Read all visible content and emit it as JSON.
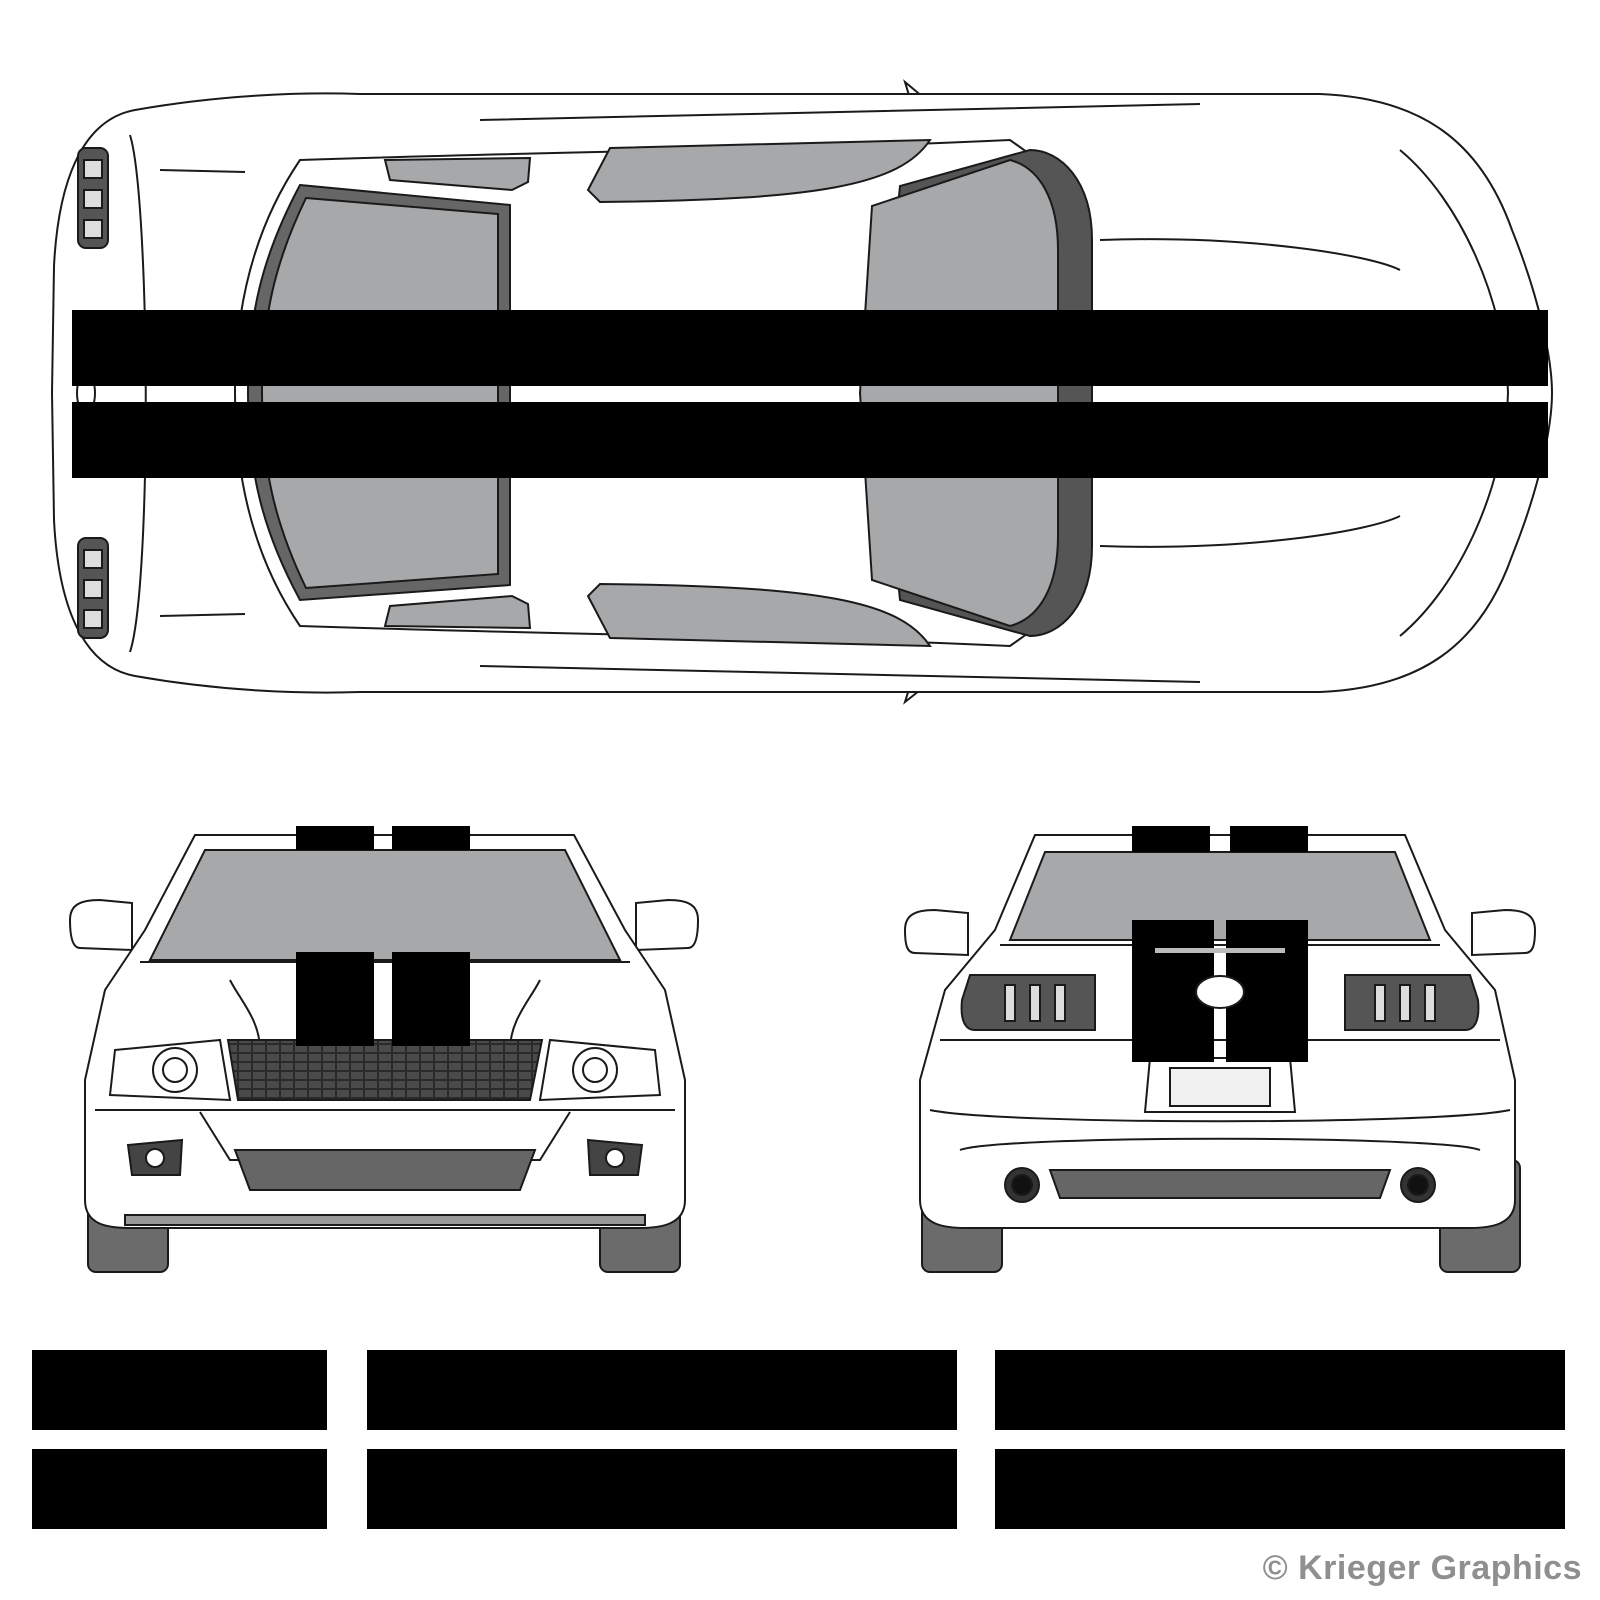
{
  "credit": "© Krieger Graphics",
  "colors": {
    "stripe": "#000000",
    "glass": "#a7a8aa",
    "trim": "#666666",
    "tire": "#6b6b6b",
    "body": "#ffffff",
    "outline": "#1a1a1a",
    "credit_text": "#8f8f8f"
  },
  "views": [
    "top-view",
    "front-view",
    "rear-view",
    "stripe-decal-set"
  ],
  "decal_pieces": 6
}
